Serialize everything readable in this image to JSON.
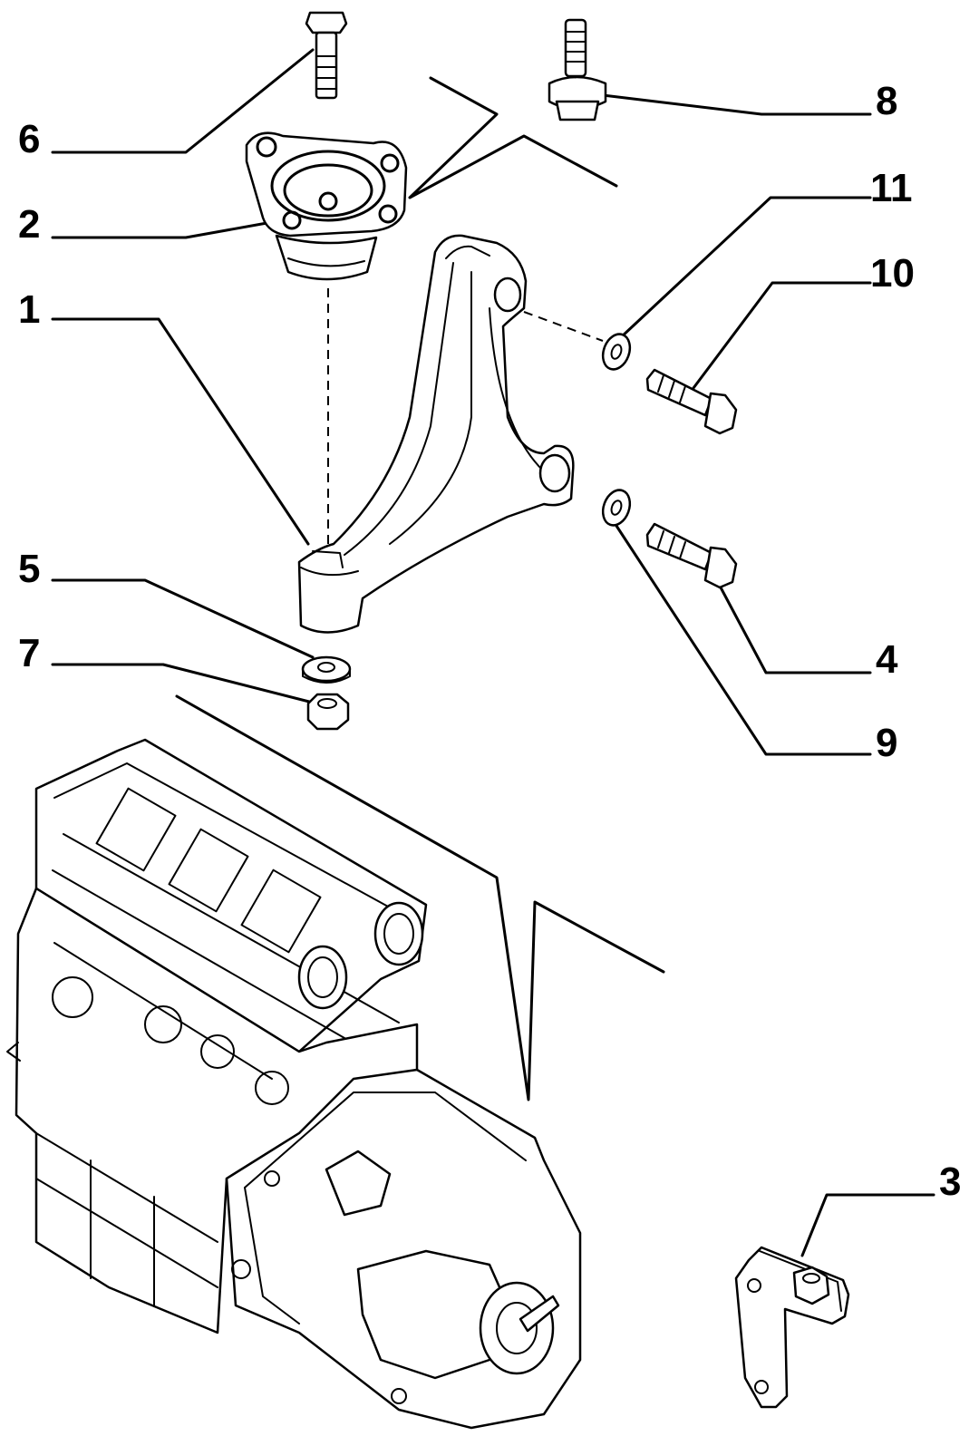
{
  "labels": [
    {
      "id": "1",
      "text": "1"
    },
    {
      "id": "2",
      "text": "2"
    },
    {
      "id": "3",
      "text": "3"
    },
    {
      "id": "4",
      "text": "4"
    },
    {
      "id": "5",
      "text": "5"
    },
    {
      "id": "6",
      "text": "6"
    },
    {
      "id": "7",
      "text": "7"
    },
    {
      "id": "8",
      "text": "8"
    },
    {
      "id": "9",
      "text": "9"
    },
    {
      "id": "10",
      "text": "10"
    },
    {
      "id": "11",
      "text": "11"
    }
  ],
  "colors": {
    "line": "#000000",
    "background": "#ffffff"
  }
}
